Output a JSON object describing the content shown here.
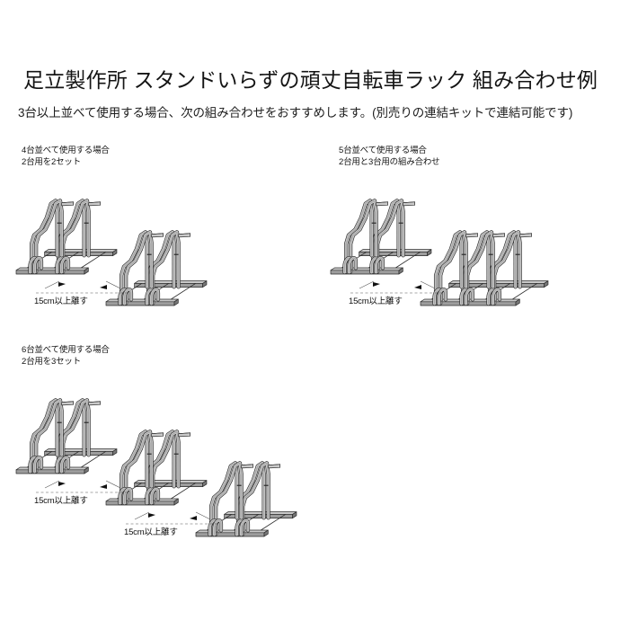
{
  "header": {
    "title": "足立製作所 スタンドいらずの頑丈自転車ラック 組み合わせ例",
    "subtitle": "3台以上並べて使用する場合、次の組み合わせをおすすめします。(別売りの連結キットで連結可能です)"
  },
  "sections": [
    {
      "id": "sec-4",
      "caption_line1": "4台並べて使用する場合",
      "caption_line2": "2台用を2セット",
      "dimension_labels": [
        "15cm以上離す"
      ],
      "racks": [
        {
          "capacity": 2
        },
        {
          "capacity": 2
        }
      ]
    },
    {
      "id": "sec-5",
      "caption_line1": "5台並べて使用する場合",
      "caption_line2": "2台用と3台用の組み合わせ",
      "dimension_labels": [
        "15cm以上離す"
      ],
      "racks": [
        {
          "capacity": 2
        },
        {
          "capacity": 3
        }
      ]
    },
    {
      "id": "sec-6",
      "caption_line1": "6台並べて使用する場合",
      "caption_line2": "2台用を3セット",
      "dimension_labels": [
        "15cm以上離す",
        "15cm以上離す"
      ],
      "racks": [
        {
          "capacity": 2
        },
        {
          "capacity": 2
        },
        {
          "capacity": 2
        }
      ]
    }
  ],
  "colors": {
    "background": "#ffffff",
    "text": "#141414",
    "metal_light": "#c9c9c9",
    "metal_mid": "#9d9d9d",
    "metal_dark": "#777777",
    "outline": "#2b2b2b",
    "dimension_line": "#555555"
  }
}
